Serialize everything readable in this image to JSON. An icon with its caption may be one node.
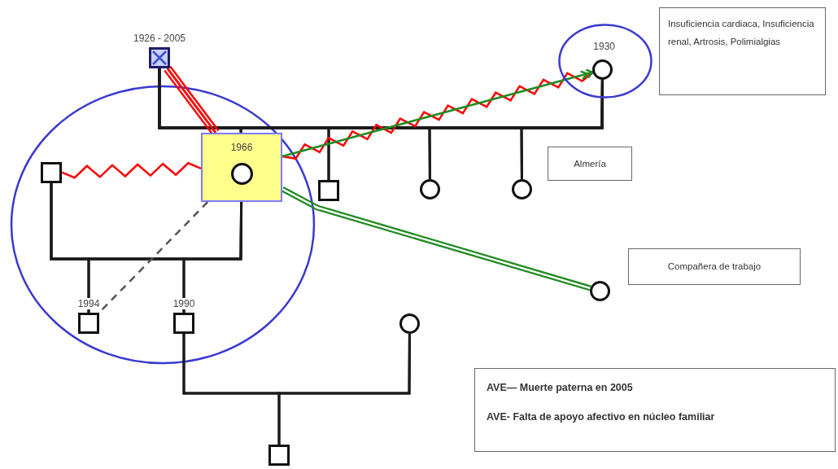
{
  "diagram": {
    "nodes": [
      {
        "text": [],
        "shape": "box",
        "beside": [
          "1926 - 2005"
        ]
      },
      {
        "text": [
          "1930"
        ]
      },
      {
        "text": [],
        "shape": "circle",
        "in": 1
      },
      {
        "text": [],
        "shape": "box"
      },
      {
        "text": [
          "1966"
        ]
      },
      {
        "text": [],
        "shape": "circle",
        "in": 4
      },
      {
        "text": [],
        "shape": "box"
      },
      {
        "text": [],
        "shape": "circle"
      },
      {
        "text": [],
        "shape": "circle"
      },
      {
        "text": [],
        "shape": "circle"
      },
      {
        "text": [],
        "shape": "box",
        "beside": [
          "1994"
        ]
      },
      {
        "text": [],
        "shape": "box",
        "beside": [
          "1990"
        ]
      },
      {
        "text": [],
        "shape": "circle"
      },
      {
        "text": [],
        "shape": "box"
      },
      {
        "text": [
          "Insuficiencia cardiaca, Insuficiencia renal, Artrosis, Polimialgias"
        ]
      },
      {
        "text": [
          "Almería"
        ]
      },
      {
        "text": [
          "Compañera de trabajo"
        ]
      },
      {
        "text": [
          "AVE— Muerte paterna en 2005",
          "AVE- Falta de apoyo afectivo en núcleo familiar"
        ]
      }
    ],
    "edges": [
      {
        "from": 0,
        "to": 2,
        "arrow": "none"
      },
      {
        "from": 0,
        "to": 4,
        "arrow": "none"
      },
      {
        "from": 0,
        "to": 6,
        "arrow": "none"
      },
      {
        "from": 0,
        "to": 7,
        "arrow": "none"
      },
      {
        "from": 0,
        "to": 8,
        "arrow": "none"
      },
      {
        "from": 2,
        "to": 4,
        "arrow": "none"
      },
      {
        "from": 2,
        "to": 6,
        "arrow": "none"
      },
      {
        "from": 2,
        "to": 7,
        "arrow": "none"
      },
      {
        "from": 2,
        "to": 8,
        "arrow": "none"
      },
      {
        "from": 3,
        "to": 4,
        "arrow": "none"
      },
      {
        "from": 3,
        "to": 10,
        "arrow": "none"
      },
      {
        "from": 3,
        "to": 11,
        "arrow": "none"
      },
      {
        "from": 4,
        "to": 10,
        "arrow": "none"
      },
      {
        "from": 4,
        "to": 11,
        "arrow": "none"
      },
      {
        "from": 11,
        "to": 12,
        "arrow": "none"
      },
      {
        "from": 11,
        "to": 13,
        "arrow": "none"
      },
      {
        "from": 12,
        "to": 13,
        "arrow": "none"
      },
      {
        "from": 3,
        "to": 4,
        "arrow": "none",
        "color": "#ff0000"
      },
      {
        "from": 0,
        "to": 4,
        "arrow": "none",
        "style": "thick",
        "color": "#ff0000"
      },
      {
        "from": 4,
        "to": 2,
        "arrow": "none",
        "color": "#ff0000"
      },
      {
        "from": 4,
        "to": 2,
        "arrow": "to",
        "color": "#228b22"
      },
      {
        "from": 4,
        "to": 9,
        "arrow": "none",
        "style": "thick",
        "color": "#228b22"
      },
      {
        "from": 4,
        "to": 10,
        "arrow": "none",
        "style": "dashed",
        "color": "#555555"
      }
    ]
  }
}
